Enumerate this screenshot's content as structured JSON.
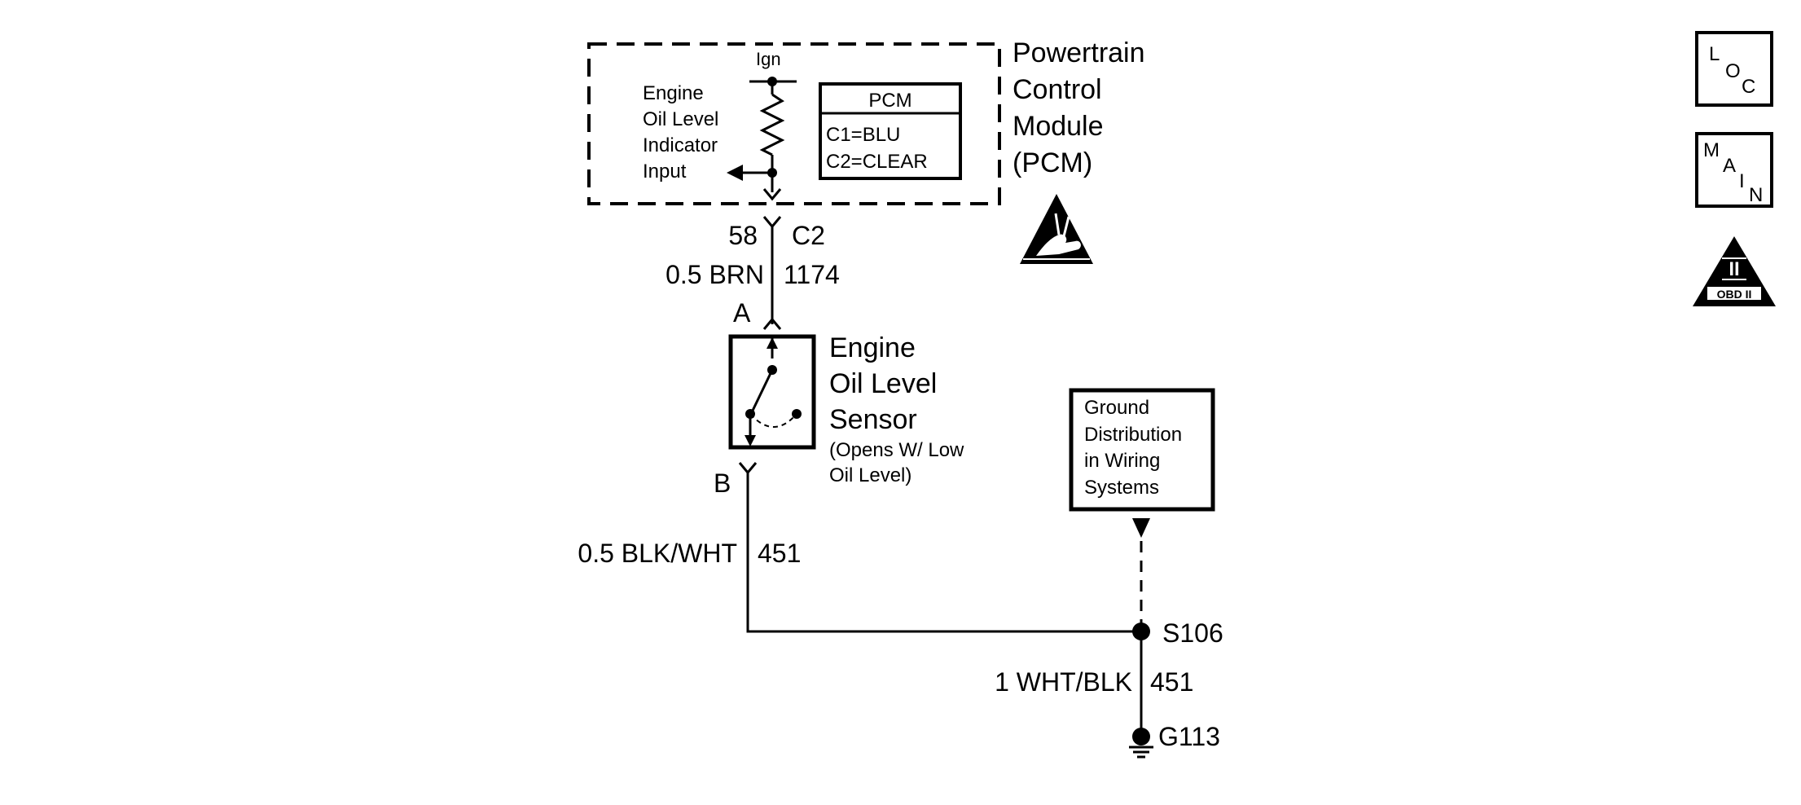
{
  "colors": {
    "ink": "#000000",
    "background": "#ffffff"
  },
  "pcm": {
    "title_lines": [
      "Powertrain",
      "Control",
      "Module",
      "(PCM)"
    ],
    "ign_label": "Ign",
    "input_lines": [
      "Engine",
      "Oil Level",
      "Indicator",
      "Input"
    ],
    "legend_title": "PCM",
    "legend_lines": [
      "C1=BLU",
      "C2=CLEAR"
    ],
    "esd_icon": "esd-sensitive-icon"
  },
  "connector_c2": {
    "pin": "58",
    "name": "C2"
  },
  "wire_1174": {
    "size_color": "0.5 BRN",
    "circuit": "1174"
  },
  "sensor": {
    "pin_a": "A",
    "pin_b": "B",
    "name_lines": [
      "Engine",
      "Oil Level",
      "Sensor"
    ],
    "note_lines": [
      "(Opens W/ Low",
      "Oil Level)"
    ]
  },
  "wire_451_upper": {
    "size_color": "0.5 BLK/WHT",
    "circuit": "451"
  },
  "ground_ref": {
    "lines": [
      "Ground",
      "Distribution",
      "in Wiring",
      "Systems"
    ]
  },
  "splice": {
    "name": "S106"
  },
  "wire_451_lower": {
    "size_color": "1 WHT/BLK",
    "circuit": "451"
  },
  "ground": {
    "name": "G113"
  },
  "side_icons": {
    "loc": {
      "letters": [
        "L",
        "O",
        "C"
      ],
      "icon": "loc-icon"
    },
    "main": {
      "letters": [
        "M",
        "A",
        "I",
        "N"
      ],
      "icon": "main-icon"
    },
    "obd": {
      "roman": "II",
      "label": "OBD II",
      "icon": "obd-ii-icon"
    }
  }
}
